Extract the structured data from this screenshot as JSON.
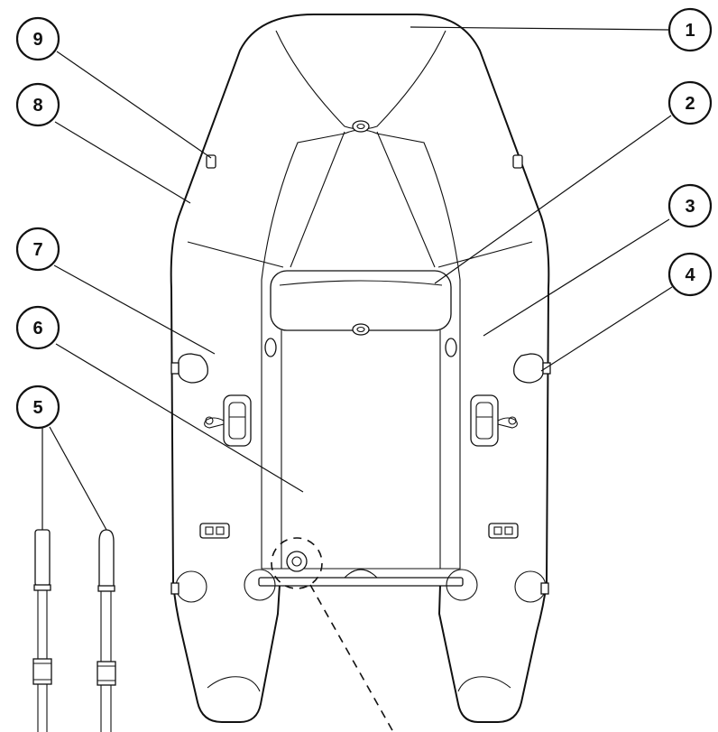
{
  "diagram": {
    "callouts": [
      {
        "number": "1",
        "part": "bow"
      },
      {
        "number": "2",
        "part": "seat"
      },
      {
        "number": "3",
        "part": "side-tube-right"
      },
      {
        "number": "4",
        "part": "oarlock-right"
      },
      {
        "number": "5",
        "part": "oars"
      },
      {
        "number": "6",
        "part": "floor"
      },
      {
        "number": "7",
        "part": "side-tube-left"
      },
      {
        "number": "8",
        "part": "grab-rope"
      },
      {
        "number": "9",
        "part": "rope-ring"
      }
    ]
  },
  "colors": {
    "line": "#111111",
    "background": "#ffffff"
  }
}
